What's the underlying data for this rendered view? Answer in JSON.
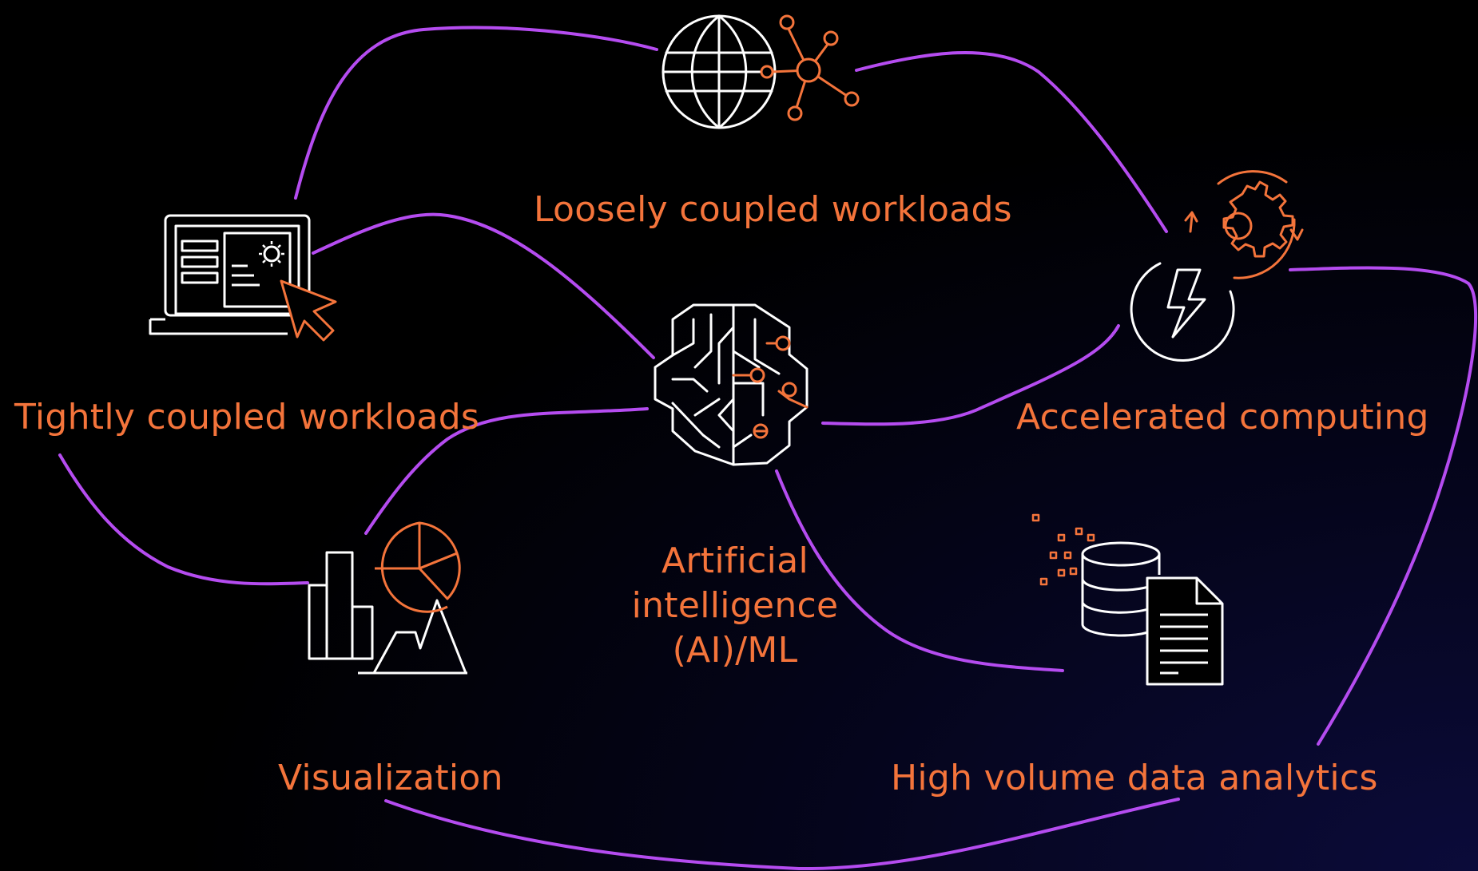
{
  "colors": {
    "connector": "#b54cf0",
    "icon_white": "#ffffff",
    "icon_accent": "#f4743b",
    "label": "#f4743b"
  },
  "nodes": {
    "loosely_coupled": {
      "label": "Loosely coupled workloads",
      "icon": "globe-network-icon"
    },
    "tightly_coupled": {
      "label": "Tightly coupled workloads",
      "icon": "laptop-cursor-icon"
    },
    "accelerated": {
      "label": "Accelerated computing",
      "icon": "lightning-gear-icon"
    },
    "ai_ml": {
      "label_line1": "Artificial",
      "label_line2": "intelligence",
      "label_line3": "(AI)/ML",
      "icon": "brain-circuit-icon"
    },
    "visualization": {
      "label": "Visualization",
      "icon": "charts-icon"
    },
    "analytics": {
      "label": "High volume data analytics",
      "icon": "database-document-icon"
    }
  }
}
